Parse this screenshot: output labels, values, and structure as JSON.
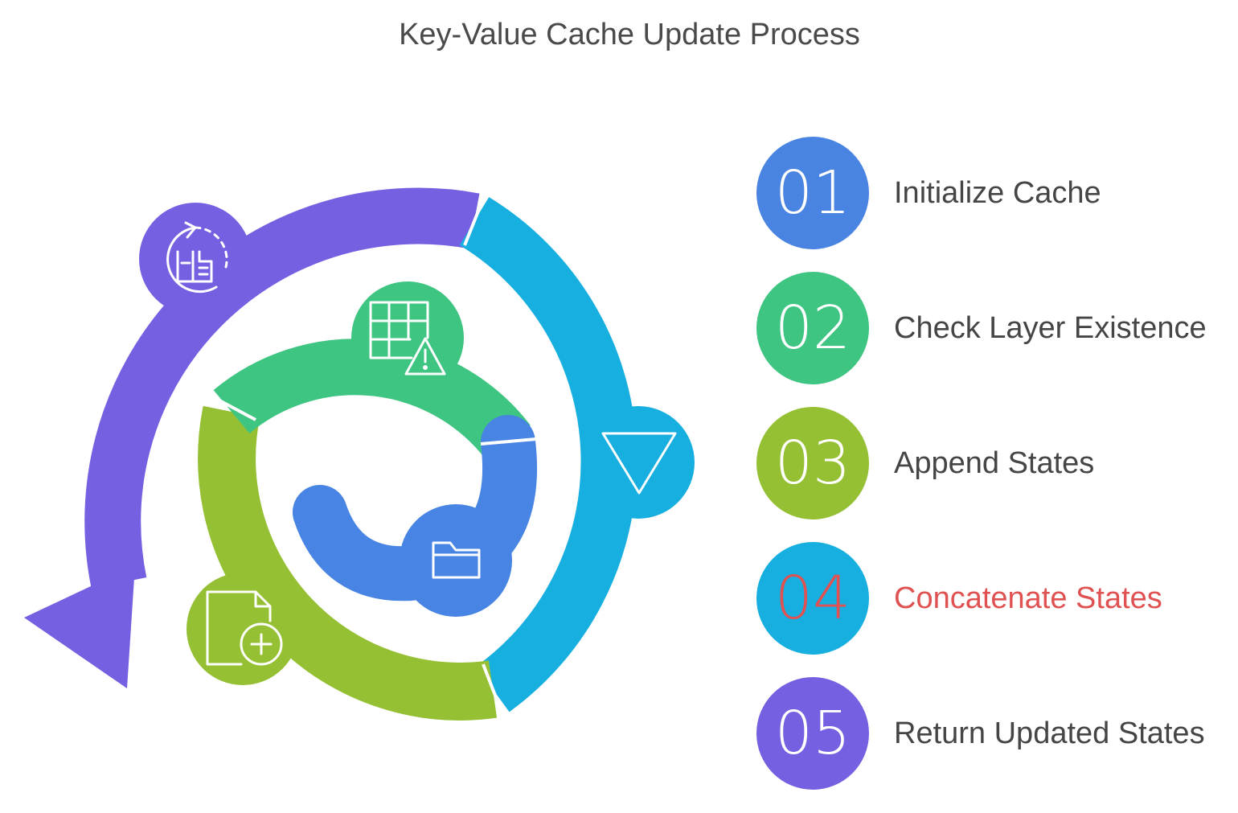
{
  "title": "Key-Value Cache Update Process",
  "colors": {
    "purple": "#7660E2",
    "cyan": "#17AFE0",
    "green": "#3DC581",
    "lime": "#95C033",
    "blue": "#4884E3",
    "highlight": "#E05252"
  },
  "steps": [
    {
      "number": "01",
      "label": "Initialize Cache",
      "color": "#4A84E3",
      "icon": "cycle-book-icon"
    },
    {
      "number": "02",
      "label": "Check Layer Existence",
      "color": "#3DC581",
      "icon": "table-warning-icon"
    },
    {
      "number": "03",
      "label": "Append States",
      "color": "#95C033",
      "icon": "file-add-icon"
    },
    {
      "number": "04",
      "label": "Concatenate States",
      "color": "#17AFE0",
      "icon": "triangle-down-icon",
      "highlighted": true
    },
    {
      "number": "05",
      "label": "Return Updated States",
      "color": "#7660E2",
      "icon": "folder-icon"
    }
  ]
}
